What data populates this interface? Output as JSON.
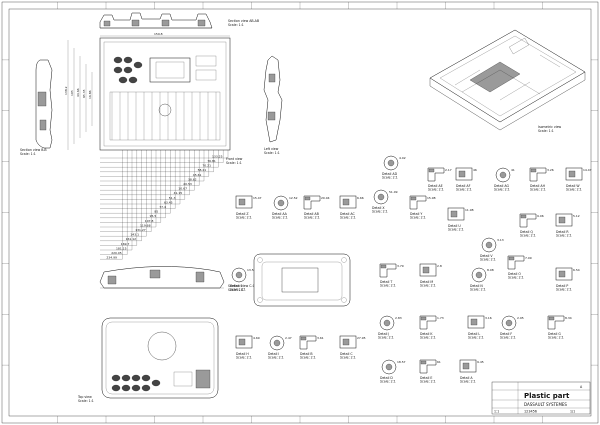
{
  "title_block": {
    "title": "Plastic part",
    "company": "DASSAULT SYSTEMES",
    "number": "123456",
    "scale": "1:1",
    "sheet": "1/1",
    "rev": "A"
  },
  "views": [
    {
      "id": "sec-ab",
      "name": "Section view AB-AB",
      "scale": "Scale: 1:1"
    },
    {
      "id": "sec-bb",
      "name": "Section view B-B",
      "scale": "Scale: 1:1"
    },
    {
      "id": "front",
      "name": "Front view",
      "scale": "Scale: 1:1"
    },
    {
      "id": "left",
      "name": "Left view",
      "scale": "Scale: 1:1"
    },
    {
      "id": "iso",
      "name": "Isometric view",
      "scale": "Scale: 1:1"
    },
    {
      "id": "sec-cc",
      "name": "Section view C-C",
      "scale": "Scale: 1:1"
    },
    {
      "id": "top",
      "name": "Top view",
      "scale": "Scale: 1:1"
    }
  ],
  "details": [
    {
      "name": "Detail Z",
      "scale": "Scale: 2:1"
    },
    {
      "name": "Detail AA",
      "scale": "Scale: 2:1"
    },
    {
      "name": "Detail AB",
      "scale": "Scale: 2:1"
    },
    {
      "name": "Detail AC",
      "scale": "Scale: 2:1"
    },
    {
      "name": "Detail AD",
      "scale": "Scale: 2:1"
    },
    {
      "name": "Detail AE",
      "scale": "Scale: 2:1"
    },
    {
      "name": "Detail AF",
      "scale": "Scale: 2:1"
    },
    {
      "name": "Detail AG",
      "scale": "Scale: 2:1"
    },
    {
      "name": "Detail AH",
      "scale": "Scale: 2:1"
    },
    {
      "name": "Detail W",
      "scale": "Scale: 2:1"
    },
    {
      "name": "Detail X",
      "scale": "Scale: 2:1"
    },
    {
      "name": "Detail Y",
      "scale": "Scale: 2:1"
    },
    {
      "name": "Detail U",
      "scale": "Scale: 2:1"
    },
    {
      "name": "Detail V",
      "scale": "Scale: 2:1"
    },
    {
      "name": "Detail Q",
      "scale": "Scale: 2:1"
    },
    {
      "name": "Detail R",
      "scale": "Scale: 2:1"
    },
    {
      "name": "Detail S",
      "scale": "Scale: 2:1"
    },
    {
      "name": "Detail T",
      "scale": "Scale: 2:1"
    },
    {
      "name": "Detail M",
      "scale": "Scale: 2:1"
    },
    {
      "name": "Detail N",
      "scale": "Scale: 2:1"
    },
    {
      "name": "Detail O",
      "scale": "Scale: 2:1"
    },
    {
      "name": "Detail P",
      "scale": "Scale: 2:1"
    },
    {
      "name": "Detail J",
      "scale": "Scale: 2:1"
    },
    {
      "name": "Detail K",
      "scale": "Scale: 2:1"
    },
    {
      "name": "Detail L",
      "scale": "Scale: 2:1"
    },
    {
      "name": "Detail F",
      "scale": "Scale: 2:1"
    },
    {
      "name": "Detail G",
      "scale": "Scale: 2:1"
    },
    {
      "name": "Detail H",
      "scale": "Scale: 2:1"
    },
    {
      "name": "Detail I",
      "scale": "Scale: 2:1"
    },
    {
      "name": "Detail B",
      "scale": "Scale: 2:1"
    },
    {
      "name": "Detail C",
      "scale": "Scale: 2:1"
    },
    {
      "name": "Detail D",
      "scale": "Scale: 2:1"
    },
    {
      "name": "Detail E",
      "scale": "Scale: 2:1"
    },
    {
      "name": "Detail A",
      "scale": "Scale: 2:1"
    }
  ],
  "dimensions": {
    "top_width": "159.8",
    "ordinate": [
      "133.25",
      "76.81",
      "70.21",
      "58.21",
      "45.61",
      "38.62",
      "20.53",
      "10.67",
      "41.15",
      "51.3",
      "63.45",
      "77.4",
      "85",
      "95.5",
      "107.8",
      "119.68",
      "131.27",
      "143.1",
      "161.12",
      "169.7",
      "181.15",
      "220.05",
      "234.99"
    ],
    "vertical": [
      "138.2",
      "105",
      "44.66",
      "95.35",
      "16.86"
    ],
    "details": [
      "15.47",
      "12.52",
      "20.04",
      "6.66",
      "4.02",
      "2.17",
      "46",
      "41",
      "3.26",
      "14.47",
      "51.09",
      "15.98",
      "11.98",
      "3.13",
      "9.06",
      "5.12",
      "13.5",
      "3.79",
      "2.8",
      "8.08",
      "7.09",
      "6.54",
      "2.83",
      "1.73",
      "3.16",
      "2.95",
      "8.34",
      "4.69",
      "2.47",
      "3.61",
      "27.95",
      "18.57",
      "61",
      "9.45"
    ]
  }
}
